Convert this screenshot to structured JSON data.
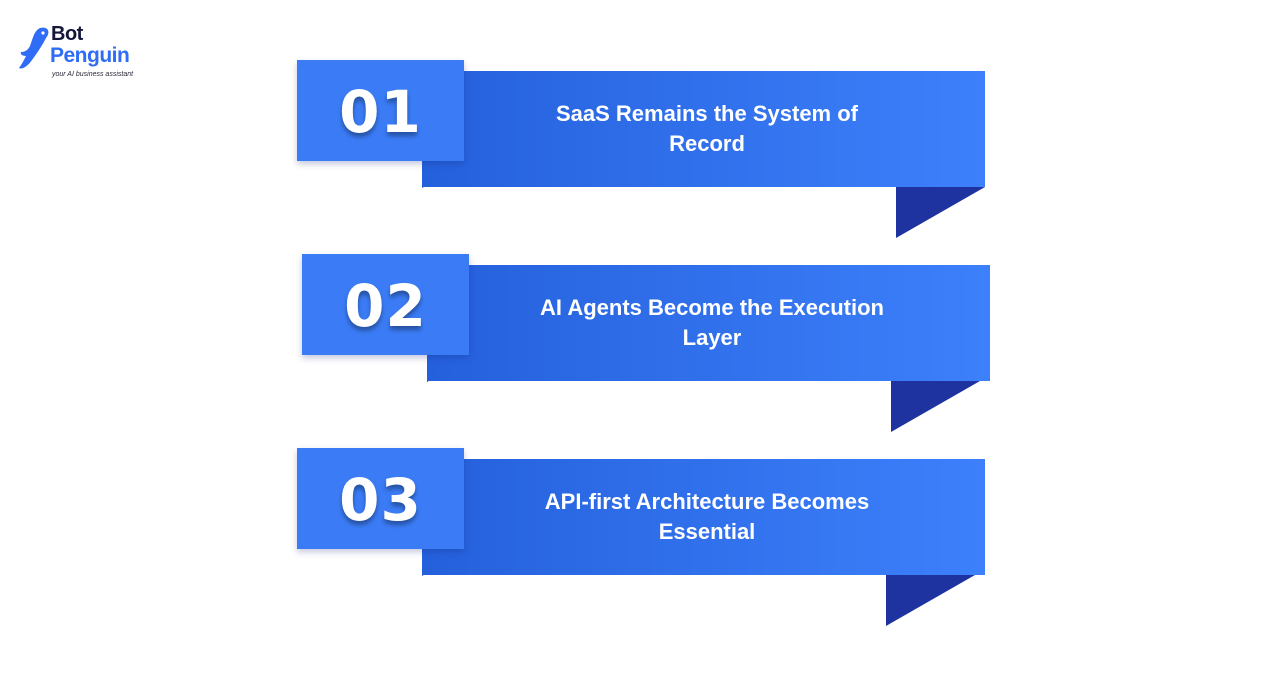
{
  "brand": {
    "name_part1": "Bot",
    "name_part2": "Penguin",
    "tagline": "your AI business assistant",
    "colors": {
      "dark": "#14163a",
      "accent": "#2f6df6"
    }
  },
  "items": [
    {
      "number": "01",
      "label": "SaaS Remains the System of Record"
    },
    {
      "number": "02",
      "label": "AI Agents Become the Execution Layer"
    },
    {
      "number": "03",
      "label": "API-first Architecture Becomes Essential"
    }
  ],
  "colors": {
    "ribbon_light": "#3d80fb",
    "ribbon_dark": "#2560dc",
    "number_box": "#3b7cf6",
    "fold": "#1f33a0"
  }
}
